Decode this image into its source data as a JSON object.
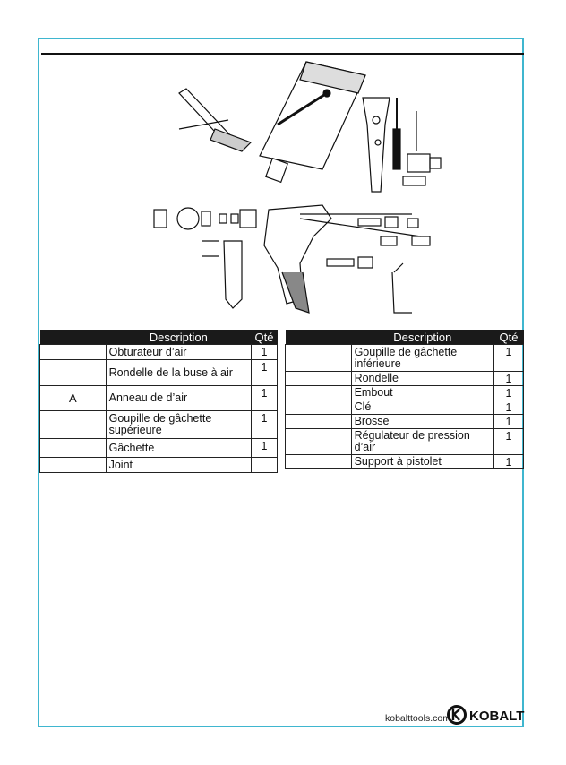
{
  "table_left": {
    "headers": {
      "ref": "",
      "description": "Description",
      "qty": "Qté"
    },
    "rows": [
      {
        "ref": "",
        "description": "Obturateur d’air",
        "qty": "1"
      },
      {
        "ref": "",
        "description": "Rondelle de la buse à air",
        "qty": "1"
      },
      {
        "ref": "A",
        "description": "Anneau de d’air",
        "qty": "1"
      },
      {
        "ref": "",
        "description": "Goupille de gâchette supérieure",
        "qty": "1"
      },
      {
        "ref": "",
        "description": "Gâchette",
        "qty": "1"
      },
      {
        "ref": "",
        "description": "Joint",
        "qty": ""
      }
    ]
  },
  "table_right": {
    "headers": {
      "ref": "",
      "description": "Description",
      "qty": "Qté"
    },
    "rows": [
      {
        "ref": "",
        "description": "Goupille de gâchette inférieure",
        "qty": "1"
      },
      {
        "ref": "",
        "description": "Rondelle",
        "qty": "1"
      },
      {
        "ref": "",
        "description": "Embout",
        "qty": "1"
      },
      {
        "ref": "",
        "description": "Clé",
        "qty": "1"
      },
      {
        "ref": "",
        "description": "Brosse",
        "qty": "1"
      },
      {
        "ref": "",
        "description": "Régulateur de pression d’air",
        "qty": "1"
      },
      {
        "ref": "",
        "description": "Support à pistolet",
        "qty": "1"
      }
    ]
  },
  "footer": {
    "url": "kobalttools.com",
    "brand": "KOBALT"
  },
  "colors": {
    "frame": "#3fb6cf",
    "header_bg": "#1a1a1a"
  }
}
